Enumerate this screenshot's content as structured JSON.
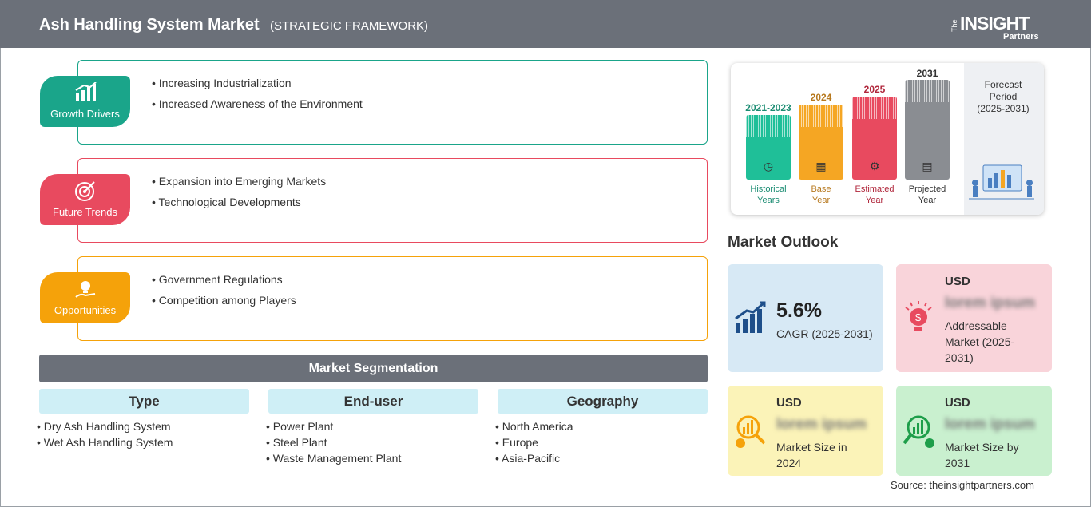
{
  "header": {
    "title": "Ash Handling System Market",
    "subtitle": "(STRATEGIC FRAMEWORK)",
    "logo": {
      "the": "The",
      "insight": "INSIGHT",
      "partners": "Partners"
    }
  },
  "framework": [
    {
      "label": "Growth Drivers",
      "color": "#1aa58a",
      "items": [
        "Increasing Industrialization",
        "Increased Awareness of the Environment"
      ]
    },
    {
      "label": "Future Trends",
      "color": "#e84a5f",
      "items": [
        "Expansion into Emerging Markets",
        "Technological Developments"
      ]
    },
    {
      "label": "Opportunities",
      "color": "#f5a20a",
      "items": [
        "Government Regulations",
        "Competition among Players"
      ]
    }
  ],
  "segmentation": {
    "title": "Market Segmentation",
    "columns": [
      {
        "heading": "Type",
        "items": [
          "Dry Ash Handling System",
          "Wet Ash Handling System"
        ]
      },
      {
        "heading": "End-user",
        "items": [
          "Power Plant",
          "Steel Plant",
          "Waste Management Plant"
        ]
      },
      {
        "heading": "Geography",
        "items": [
          "North America",
          "Europe",
          "Asia-Pacific"
        ]
      }
    ]
  },
  "timeline": {
    "bars": [
      {
        "year": "2021-2023",
        "label": [
          "Historical",
          "Years"
        ],
        "color": "#1fbf98",
        "year_color": "#1a8c72"
      },
      {
        "year": "2024",
        "label": [
          "Base",
          "Year"
        ],
        "color": "#f5a623",
        "year_color": "#b7791f"
      },
      {
        "year": "2025",
        "label": [
          "Estimated",
          "Year"
        ],
        "color": "#e84a5f",
        "year_color": "#b0263b"
      },
      {
        "year": "2031",
        "label": [
          "Projected",
          "Year"
        ],
        "color": "#8a8d92",
        "year_color": "#333333"
      }
    ],
    "forecast": [
      "Forecast",
      "Period",
      "(2025-2031)"
    ]
  },
  "outlook": {
    "title": "Market Outlook",
    "cagr": {
      "value": "5.6%",
      "label": "CAGR (2025-2031)",
      "color": "#d7e9f5"
    },
    "addressable": {
      "currency": "USD",
      "value": "lorem ipsum",
      "label": "Addressable Market (2025-2031)",
      "color": "#f9d4da"
    },
    "size_2024": {
      "currency": "USD",
      "value": "lorem ipsum",
      "label": "Market Size in 2024",
      "color": "#fbf3b8"
    },
    "size_2031": {
      "currency": "USD",
      "value": "lorem ipsum",
      "label": "Market Size by 2031",
      "color": "#c9f0cf"
    }
  },
  "source": "Source: theinsightpartners.com"
}
